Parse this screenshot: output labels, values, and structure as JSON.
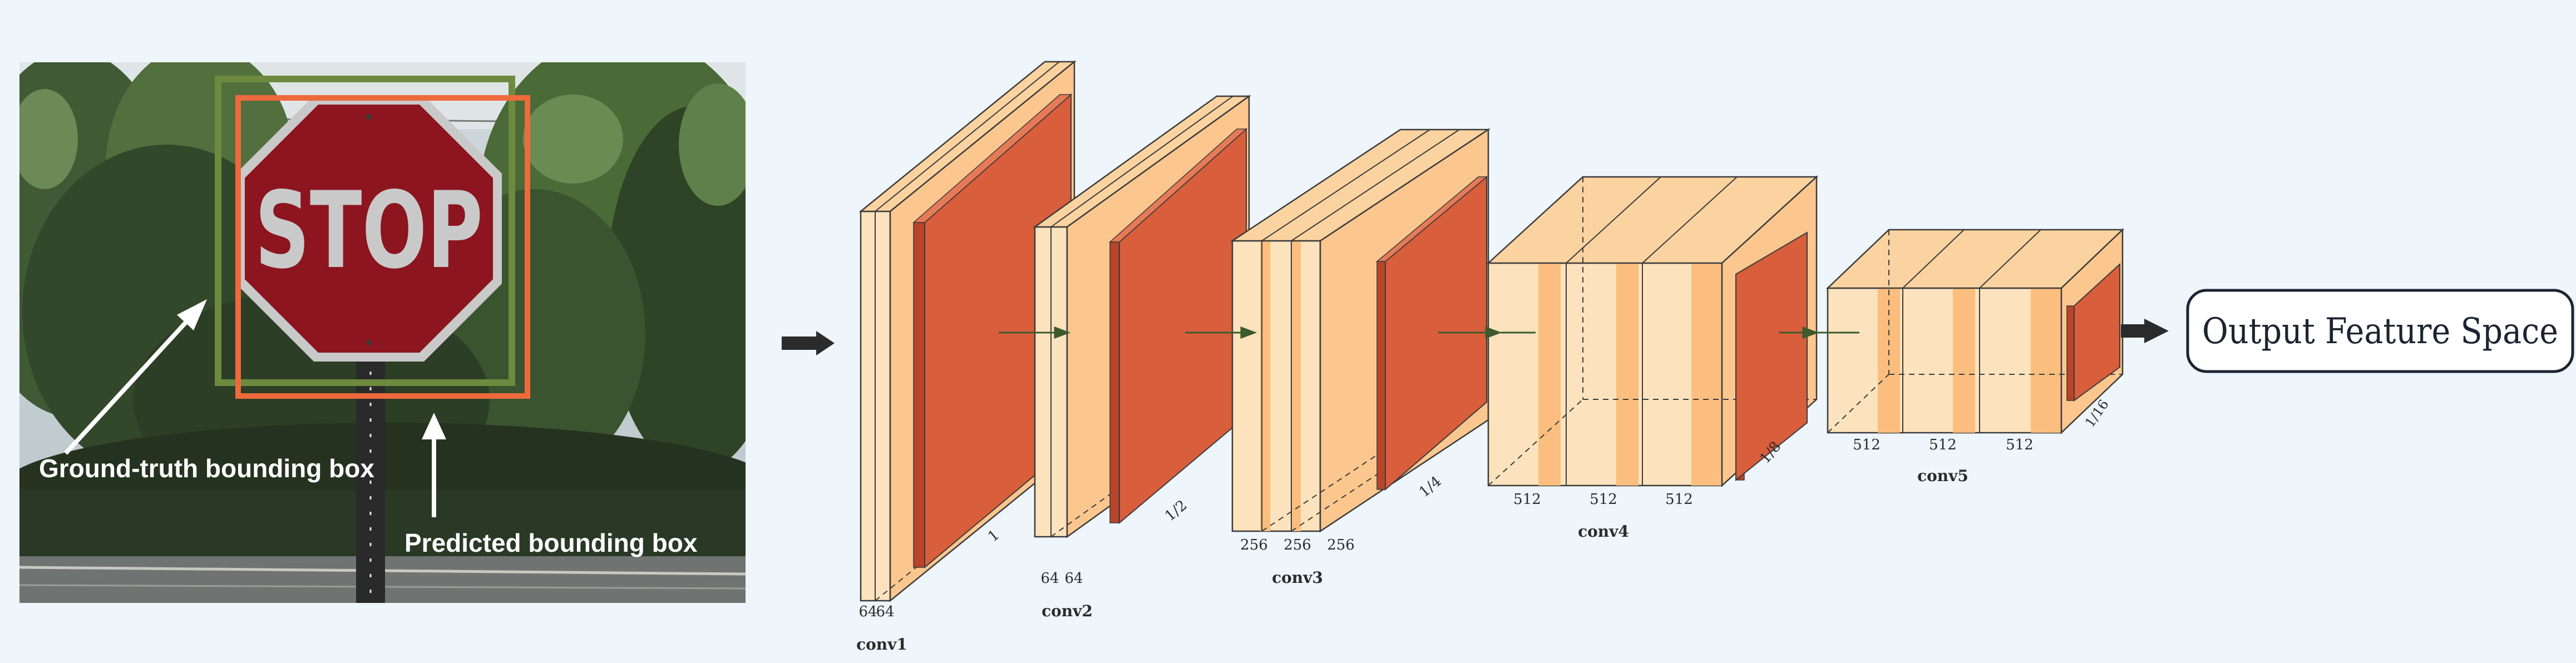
{
  "photo": {
    "sign_text": "STOP",
    "ground_truth_label": "Ground-truth bounding box",
    "predicted_label": "Predicted bounding box"
  },
  "network": {
    "blocks": [
      {
        "name": "conv1",
        "channels": [
          "64",
          "64"
        ],
        "scale": "1"
      },
      {
        "name": "conv2",
        "channels": [
          "64",
          "64"
        ],
        "scale": "1/2"
      },
      {
        "name": "conv3",
        "channels": [
          "256",
          "256",
          "256"
        ],
        "scale": "1/4"
      },
      {
        "name": "conv4",
        "channels": [
          "512",
          "512",
          "512"
        ],
        "scale": "1/8"
      },
      {
        "name": "conv5",
        "channels": [
          "512",
          "512",
          "512"
        ],
        "scale": "1/16"
      }
    ],
    "output_label": "Output Feature Space"
  },
  "colors": {
    "background": "#eef5fb",
    "layer_face": "#fde3bd",
    "layer_band": "#fbbe7e",
    "pool_front": "#d95e3c",
    "ground_truth_box": "#6d8a3e",
    "predicted_box": "#ee6a3c",
    "stop_sign": "#8c1520"
  }
}
